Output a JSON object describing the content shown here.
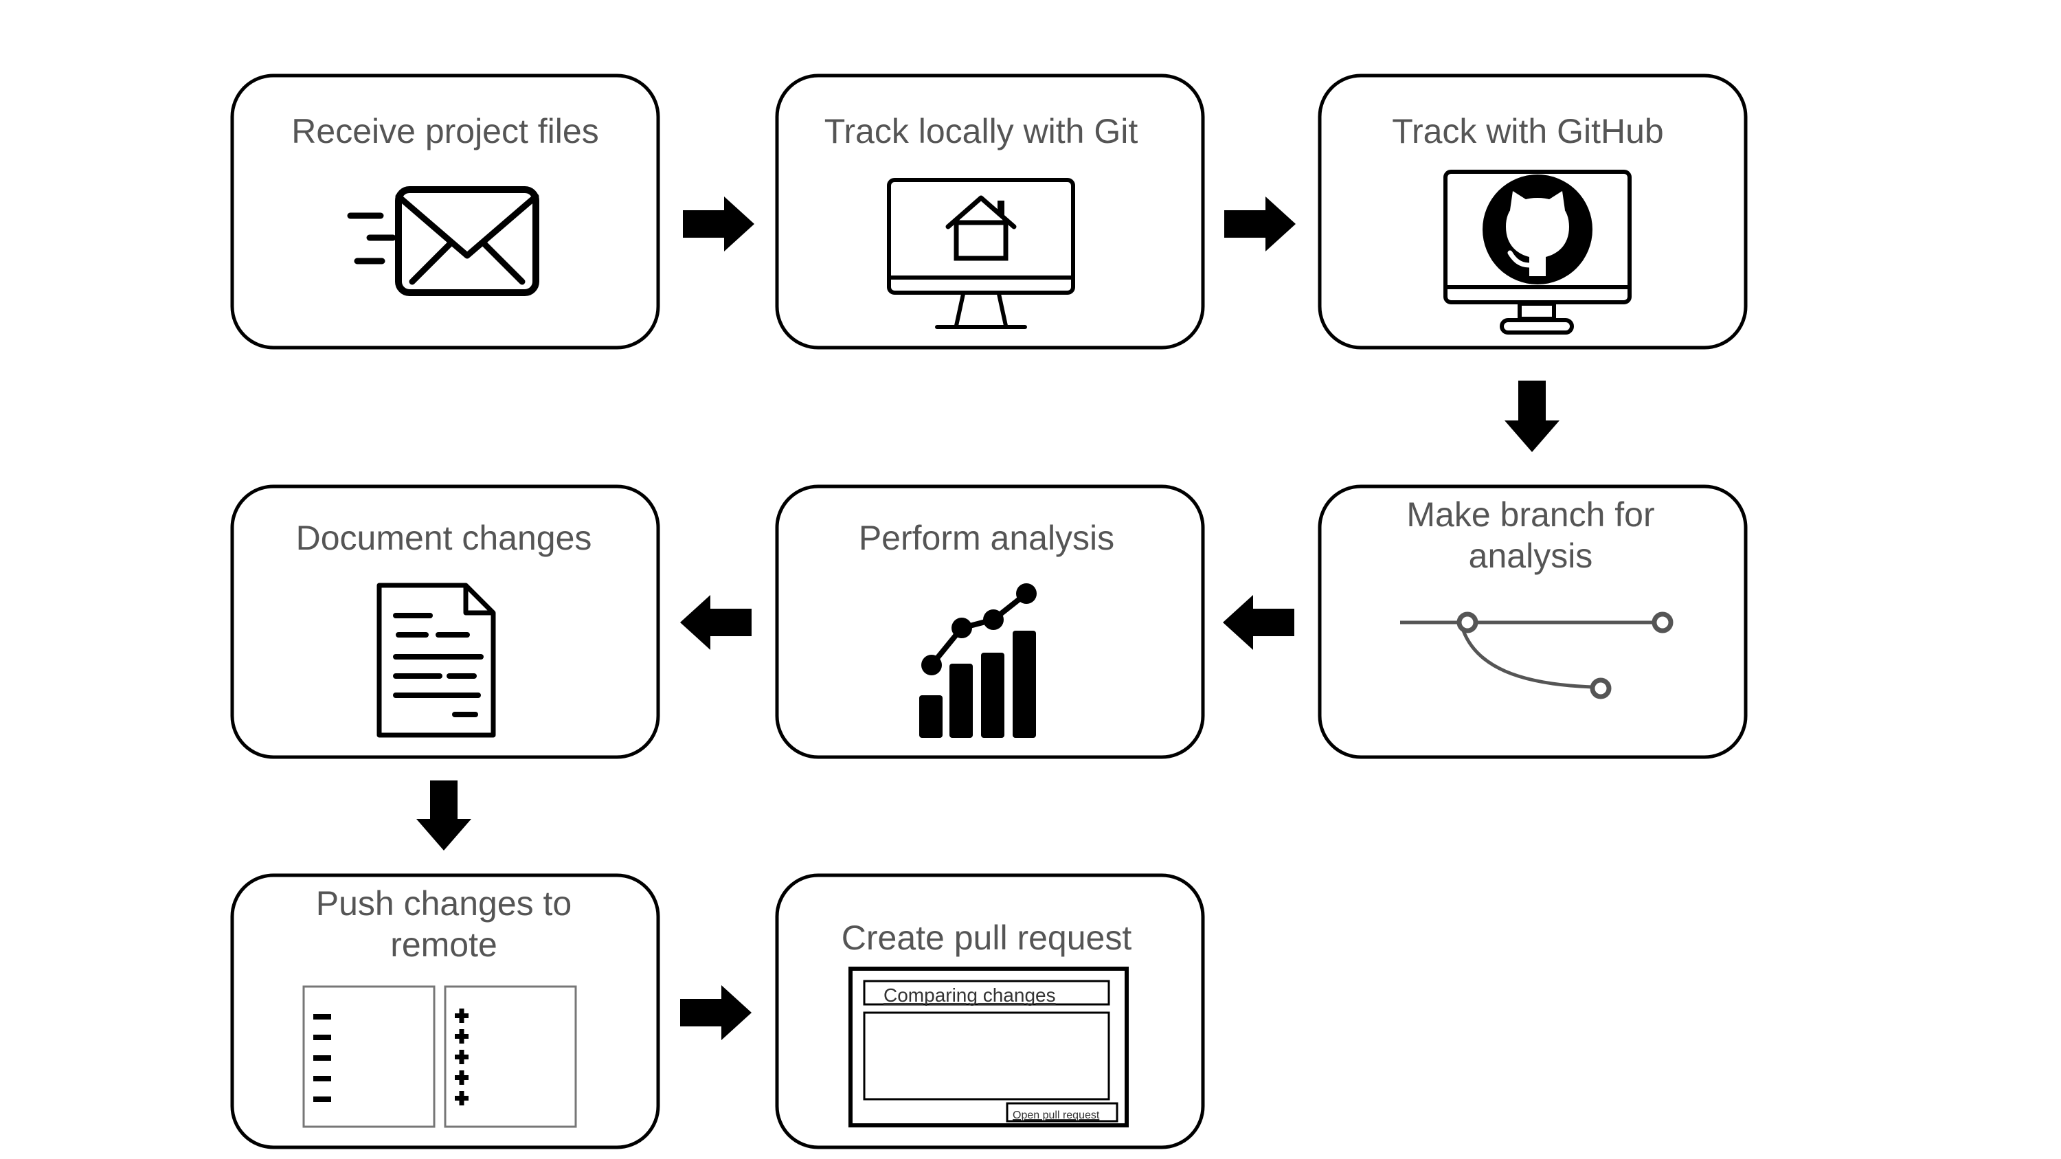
{
  "steps": [
    {
      "id": "receive",
      "title_lines": [
        "Receive project files"
      ],
      "icon": "envelope-icon"
    },
    {
      "id": "track-git",
      "title_lines": [
        "Track locally with Git"
      ],
      "icon": "monitor-home-icon"
    },
    {
      "id": "track-github",
      "title_lines": [
        "Track with GitHub"
      ],
      "icon": "monitor-github-icon"
    },
    {
      "id": "make-branch",
      "title_lines": [
        "Make branch for",
        "analysis"
      ],
      "icon": "git-branch-icon"
    },
    {
      "id": "perform-analysis",
      "title_lines": [
        "Perform analysis"
      ],
      "icon": "bar-chart-trend-icon"
    },
    {
      "id": "document-changes",
      "title_lines": [
        "Document changes"
      ],
      "icon": "document-icon"
    },
    {
      "id": "push-changes",
      "title_lines": [
        "Push changes to",
        "remote"
      ],
      "icon": "diff-panels-icon"
    },
    {
      "id": "create-pr",
      "title_lines": [
        "Create pull request"
      ],
      "icon": "pull-request-form-icon"
    }
  ],
  "pull_request_form": {
    "header": "Comparing changes",
    "button": "Open pull request"
  },
  "colors": {
    "box_border": "#000000",
    "title_text": "#555555",
    "arrow": "#000000",
    "branch_line": "#555555",
    "panel_border": "#777777"
  }
}
